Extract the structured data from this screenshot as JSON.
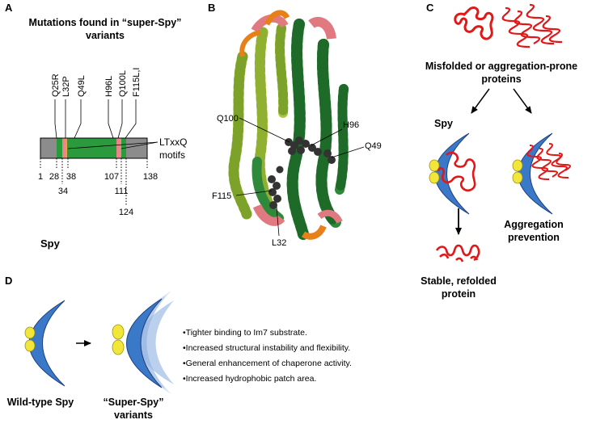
{
  "panelA": {
    "letter": "A",
    "title_line1": "Mutations found in “super-Spy”",
    "title_line2": "variants",
    "mutations": [
      "Q25R",
      "L32P",
      "Q49L",
      "H96L",
      "Q100L",
      "F115L,I"
    ],
    "motif_label_line1": "LTxxQ",
    "motif_label_line2": "motifs",
    "positions_upper": [
      "1",
      "28",
      "38",
      "107",
      "138"
    ],
    "positions_lower": [
      "34",
      "111",
      "124"
    ],
    "protein_name": "Spy",
    "colors": {
      "disordered": "#8c8c8c",
      "folded": "#2a9a3c",
      "motif": "#e8868a"
    }
  },
  "panelB": {
    "letter": "B",
    "residue_labels": [
      "Q100",
      "H96",
      "Q49",
      "F115",
      "L32"
    ]
  },
  "panelC": {
    "letter": "C",
    "misfolded_line1": "Misfolded or aggregation-prone",
    "misfolded_line2": "proteins",
    "spy_label": "Spy",
    "refolded_line1": "Stable, refolded",
    "refolded_line2": "protein",
    "prevention_line1": "Aggregation",
    "prevention_line2": "prevention",
    "colors": {
      "chaperone": "#3a78c8",
      "patch": "#f3e63a",
      "substrate": "#e01818"
    }
  },
  "panelD": {
    "letter": "D",
    "wildtype_label": "Wild-type Spy",
    "superspy_line1": "“Super-Spy”",
    "superspy_line2": "variants",
    "bullets": [
      "•Tighter binding to Im7 substrate.",
      "•Increased structural instability and flexibility.",
      "•General enhancement of chaperone activity.",
      "•Increased hydrophobic patch area."
    ]
  }
}
